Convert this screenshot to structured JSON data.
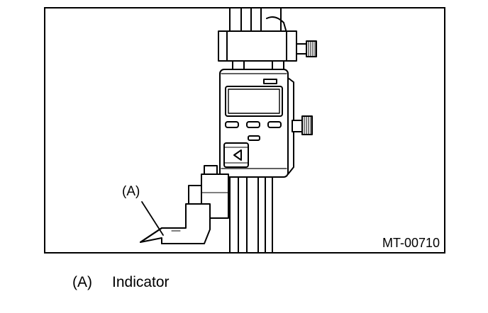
{
  "figure": {
    "callout": "(A)",
    "figure_code": "MT-00710"
  },
  "legend": {
    "key": "(A)",
    "text": "Indicator"
  }
}
